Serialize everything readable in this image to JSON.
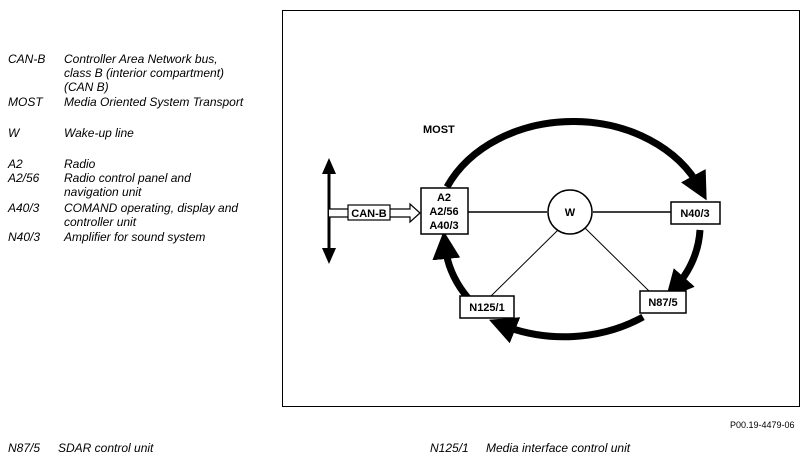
{
  "legend": [
    {
      "abbr": "CAN-B",
      "desc_lines": [
        "Controller Area Network bus,",
        "class B (interior compartment)",
        "(CAN B)"
      ]
    },
    {
      "abbr": "MOST",
      "desc_lines": [
        "Media Oriented System Transport"
      ]
    },
    {
      "abbr": "W",
      "desc_lines": [
        "Wake-up line"
      ]
    },
    {
      "abbr": "A2",
      "desc_lines": [
        "Radio"
      ]
    },
    {
      "abbr": "A2/56",
      "desc_lines": [
        "Radio control panel and",
        "navigation unit"
      ]
    },
    {
      "abbr": "A40/3",
      "desc_lines": [
        "COMAND operating, display and",
        "controller unit"
      ]
    },
    {
      "abbr": "N40/3",
      "desc_lines": [
        "Amplifier for sound system"
      ]
    }
  ],
  "footer": [
    {
      "abbr": "N87/5",
      "desc": "SDAR control unit"
    },
    {
      "abbr": "N125/1",
      "desc": "Media interface control unit"
    }
  ],
  "diagram": {
    "most_label": "MOST",
    "canb_label": "CAN-B",
    "wake_label": "W",
    "main_unit_lines": [
      "A2",
      "A2/56",
      "A40/3"
    ],
    "node_n40": "N40/3",
    "node_n87": "N87/5",
    "node_n125": "N125/1"
  },
  "reference": "P00.19-4479-06"
}
